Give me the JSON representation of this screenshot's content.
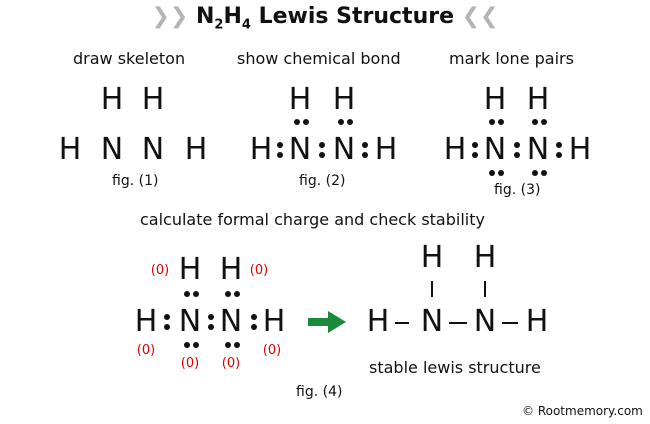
{
  "title": {
    "left": "❯❯",
    "main": "N",
    "sub1": "2",
    "mid": "H",
    "sub2": "4",
    "rest": " Lewis Structure",
    "right": "❮❮"
  },
  "steps": {
    "s1": "draw skeleton",
    "s2": "show chemical bond",
    "s3": "mark lone pairs",
    "s4": "calculate formal charge and check stability"
  },
  "figs": {
    "f1": "fig. (1)",
    "f2": "fig. (2)",
    "f3": "fig. (3)",
    "f4": "fig. (4)"
  },
  "atoms": {
    "H": "H",
    "N": "N"
  },
  "formal_charge": "(0)",
  "stable_label": "stable lewis structure",
  "copyright": "© Rootmemory.com",
  "colors": {
    "arrow": "#1a8a3a",
    "formal_charge": "#e00000",
    "chevron": "#b5b5b5"
  }
}
